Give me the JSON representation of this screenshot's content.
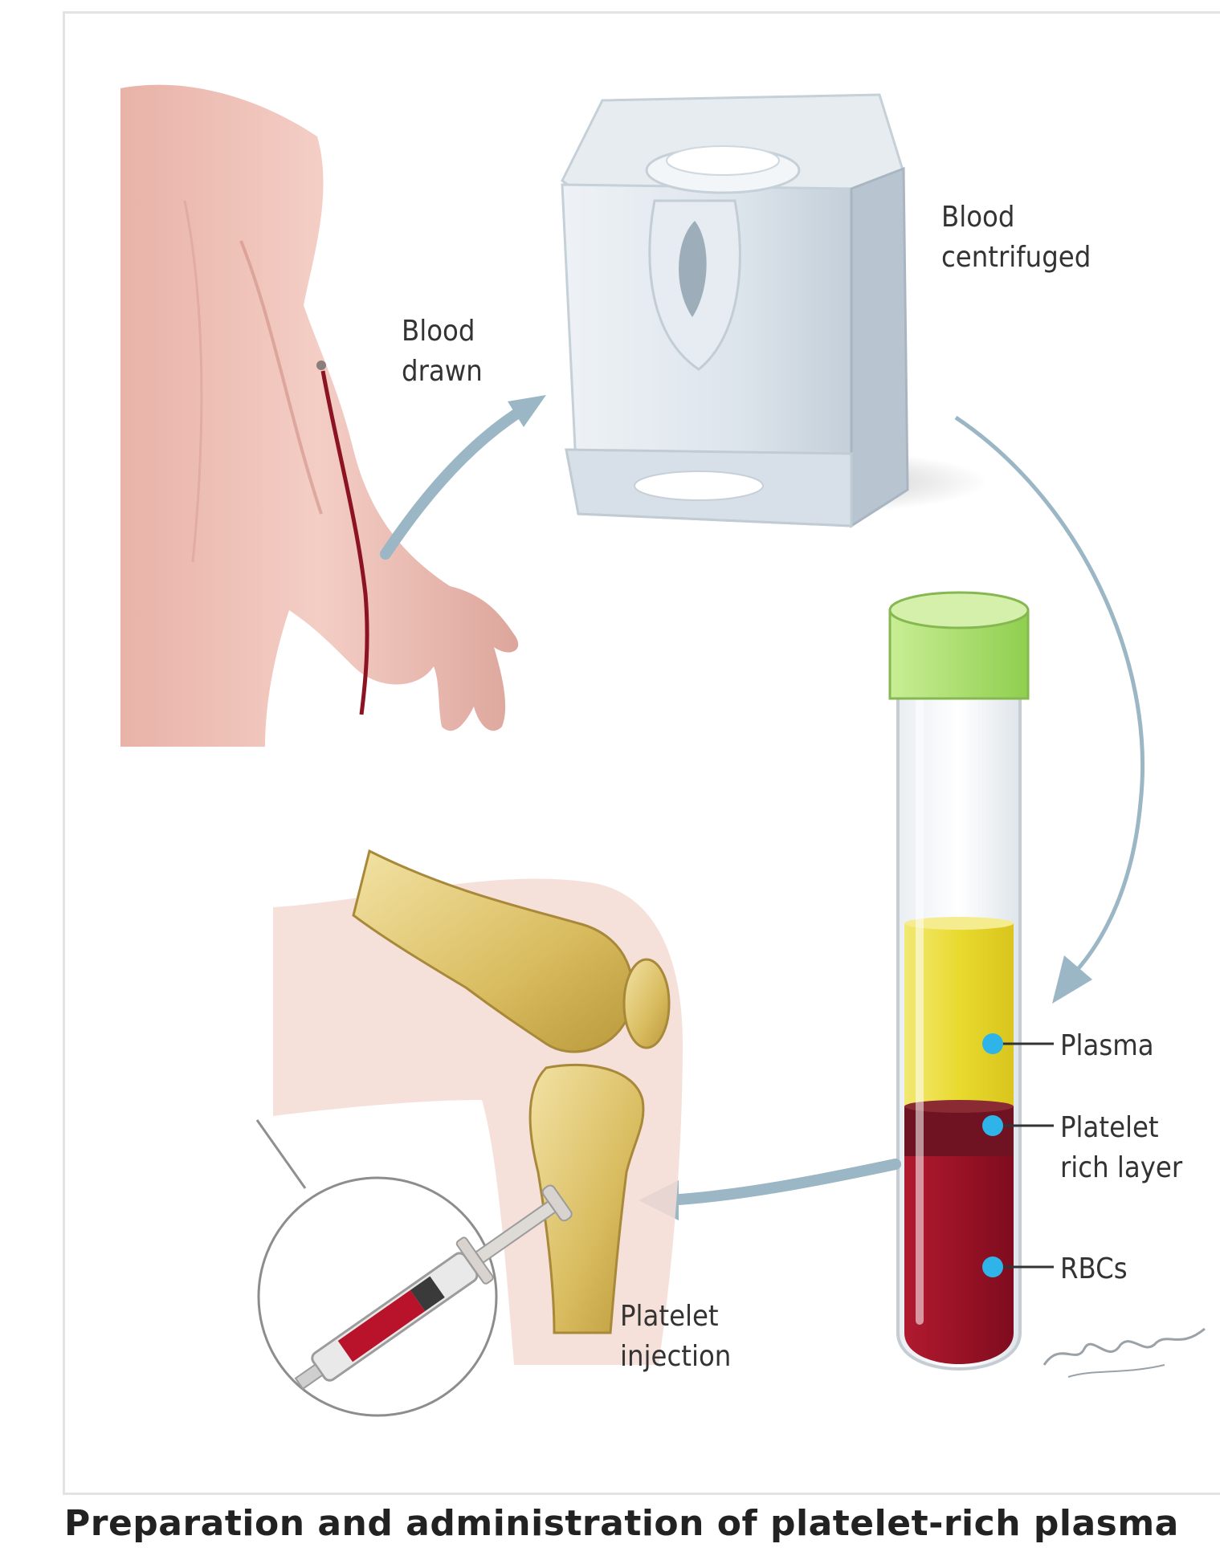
{
  "labels": {
    "blood_drawn": "Blood\ndrawn",
    "blood_centrifuged": "Blood\ncentrifuged",
    "plasma": "Plasma",
    "platelet_rich_layer": "Platelet\nrich layer",
    "rbcs": "RBCs",
    "platelet_injection": "Platelet\ninjection"
  },
  "caption": "Preparation and administration of platelet-rich plasma",
  "colors": {
    "skin": "#eab7ad",
    "bone": "#d8bb5c",
    "centrifuge": "#dde6ee",
    "tube_cap": "#a9dd6a",
    "plasma": "#ecde3a",
    "rbc": "#9b1327",
    "marker_dot": "#2fb4ea",
    "arrow": "#9bb6c4"
  },
  "steps": [
    {
      "name": "blood-draw",
      "icon": "arm-icon"
    },
    {
      "name": "centrifuge",
      "icon": "centrifuge-icon"
    },
    {
      "name": "separation",
      "icon": "test-tube-icon"
    },
    {
      "name": "injection",
      "icon": "syringe-icon"
    }
  ]
}
